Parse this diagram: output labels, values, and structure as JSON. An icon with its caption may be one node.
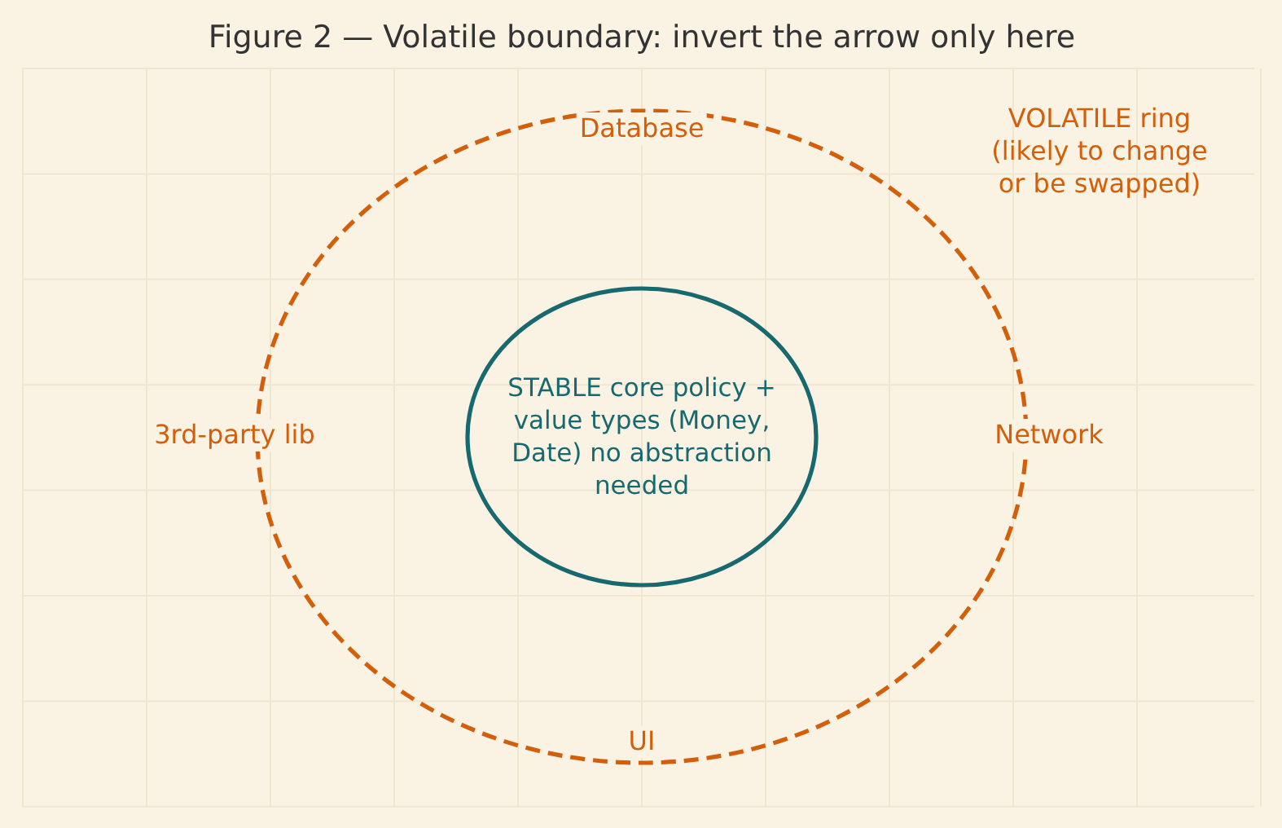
{
  "diagram": {
    "title": "Figure 2 — Volatile boundary: invert the arrow only here",
    "nodes": [
      {
        "text": [
          "Database",
          "3rd-party lib",
          "Network",
          "UI"
        ],
        "beside": [
          "VOLATILE ring (likely to change or be swapped)"
        ]
      },
      {
        "text": [
          "STABLE core policy + value types (Money, Date) no abstraction needed"
        ],
        "in": 0
      }
    ]
  }
}
